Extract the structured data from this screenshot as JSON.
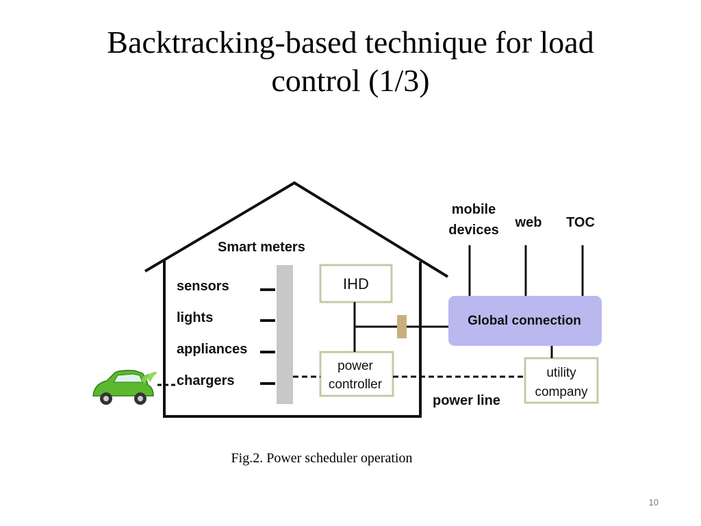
{
  "slide": {
    "title_line1": "Backtracking-based technique for load",
    "title_line2": "control (1/3)",
    "caption": "Fig.2. Power scheduler operation",
    "page_number": "10"
  },
  "diagram": {
    "smart_meters": "Smart meters",
    "devices": [
      "sensors",
      "lights",
      "appliances",
      "chargers"
    ],
    "ihd": "IHD",
    "power_controller": [
      "power",
      "controller"
    ],
    "global_connection": "Global connection",
    "utility_company": [
      "utility",
      "company"
    ],
    "power_line": "power line",
    "external": {
      "mobile": [
        "mobile",
        "devices"
      ],
      "web": "web",
      "toc": "TOC"
    },
    "icons": {
      "electric_car": "electric-car-icon"
    },
    "colors": {
      "global_connection_fill": "#b9b9ef",
      "meter_bar": "#c8c8c8",
      "box_border": "#c8c8a6",
      "car_body": "#5cb82e",
      "connector": "#c8b07a"
    }
  }
}
